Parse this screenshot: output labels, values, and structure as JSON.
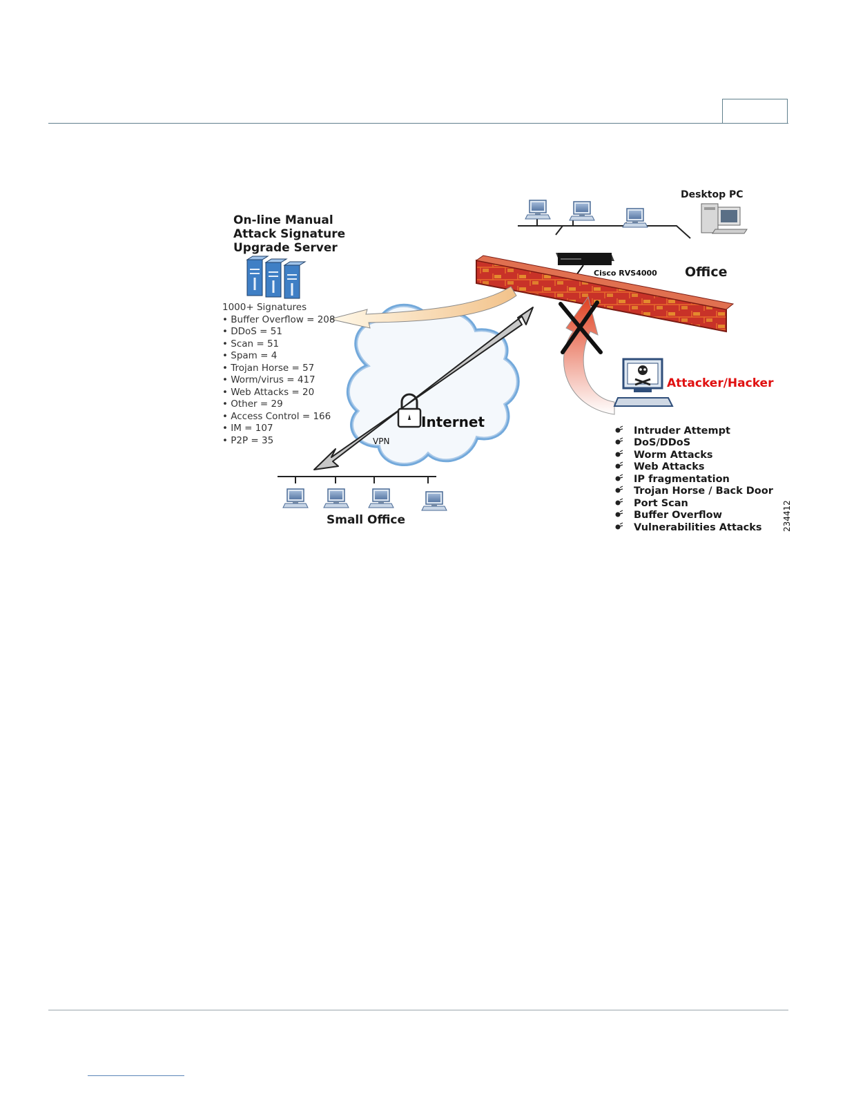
{
  "server": {
    "title_lines": [
      "On-line Manual",
      "Attack Signature",
      "Upgrade Server"
    ]
  },
  "signatures": {
    "heading": "1000+ Signatures",
    "items": [
      "• Buffer Overflow = 208",
      "• DDoS = 51",
      "• Scan = 51",
      "• Spam = 4",
      "• Trojan Horse = 57",
      "• Worm/virus = 417",
      "• Web Attacks = 20",
      "• Other = 29",
      "•  Access Control = 166",
      "•  IM = 107",
      "•  P2P = 35"
    ]
  },
  "labels": {
    "desktop_pc": "Desktop PC",
    "device": "Cisco RVS4000",
    "office": "Office",
    "attacker": "Attacker/Hacker",
    "internet": "Internet",
    "vpn": "VPN",
    "small_office": "Small Office",
    "figure_id": "234412"
  },
  "attacks": [
    "Intruder Attempt",
    "DoS/DDoS",
    "Worm Attacks",
    "Web Attacks",
    "IP fragmentation",
    "Trojan Horse / Back Door",
    "Port Scan",
    "Buffer Overflow",
    "Vulnerabilities Attacks"
  ],
  "colors": {
    "attacker_label": "#e01010",
    "brick": "#c83228",
    "mortar_highlight": "#f0b030",
    "cloud_edge": "#5b9bd5",
    "rule": "#5f7f8c"
  }
}
